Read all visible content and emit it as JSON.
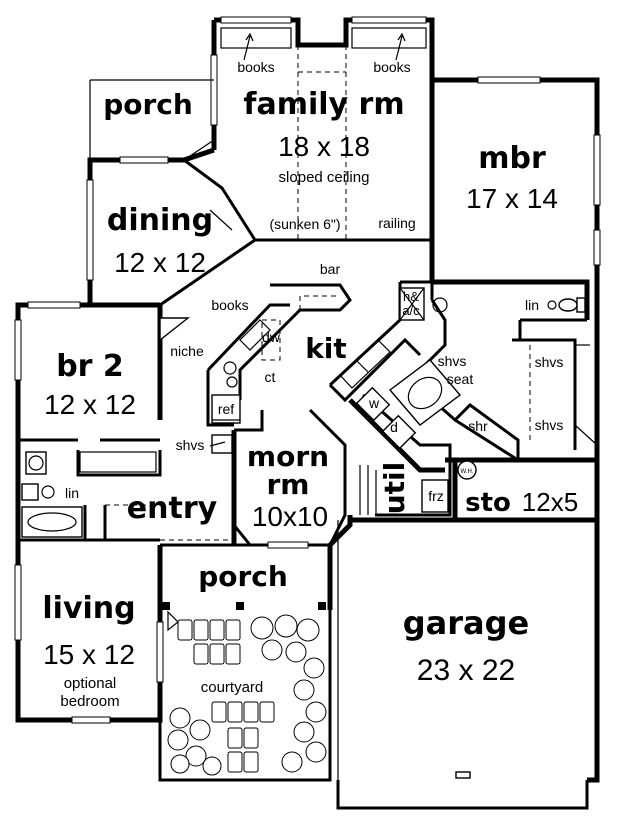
{
  "rooms": {
    "porch_back": {
      "name": "porch"
    },
    "family": {
      "name": "family rm",
      "dim": "18 x 18",
      "note": "sloped ceiling"
    },
    "mbr": {
      "name": "mbr",
      "dim": "17 x 14"
    },
    "dining": {
      "name": "dining",
      "dim": "12 x 12"
    },
    "kit": {
      "name": "kit"
    },
    "br2": {
      "name": "br 2",
      "dim": "12 x 12"
    },
    "morn": {
      "name_line1": "morn",
      "name_line2": "rm",
      "dim": "10x10"
    },
    "entry": {
      "name": "entry"
    },
    "util": {
      "name": "util"
    },
    "sto": {
      "name": "sto",
      "dim": "12x5"
    },
    "porch_front": {
      "name": "porch"
    },
    "living": {
      "name": "living",
      "dim": "15 x 12",
      "note_line1": "optional",
      "note_line2": "bedroom"
    },
    "garage": {
      "name": "garage",
      "dim": "23 x 22"
    },
    "courtyard": {
      "name": "courtyard"
    }
  },
  "labels": {
    "books_left": "books",
    "books_right": "books",
    "books_kit": "books",
    "sunken": "(sunken 6\")",
    "railing": "railing",
    "bar": "bar",
    "niche": "niche",
    "dw": "dw",
    "ct": "ct",
    "ref": "ref",
    "shvs_hall": "shvs",
    "hac_line1": "h&",
    "hac_line2": "a/c",
    "shvs_seat_line1": "shvs",
    "shvs_seat_line2": "seat",
    "lin_bath": "lin",
    "shvs_closet1": "shvs",
    "shvs_closet2": "shvs",
    "shr": "shr",
    "w": "w",
    "d": "d",
    "frz": "frz",
    "wh": "W.H.",
    "lin_hall": "lin"
  },
  "icons": {
    "north_arrow": "arrow-icon",
    "toilet": "toilet-icon",
    "tub": "bathtub-icon",
    "sink": "sink-icon",
    "water_heater": "water-heater-icon"
  }
}
